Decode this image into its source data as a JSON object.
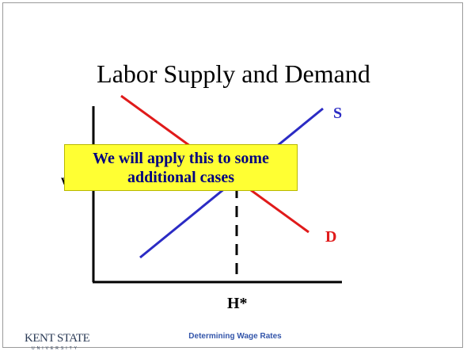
{
  "slide": {
    "title": "Labor Supply and Demand",
    "callout": "We will apply this to some additional cases",
    "footer": "Determining Wage Rates",
    "logo": "KENT STATE",
    "logo_sub": "UNIVERSITY"
  },
  "diagram": {
    "supply_label": "S",
    "demand_label": "D",
    "equilibrium_label": "H*",
    "y_axis_label_partial": "w",
    "colors": {
      "supply": "#2b2bc4",
      "demand": "#e01a1a",
      "callout_bg": "#ffff33",
      "callout_text": "#000080",
      "axes": "#000000"
    }
  }
}
